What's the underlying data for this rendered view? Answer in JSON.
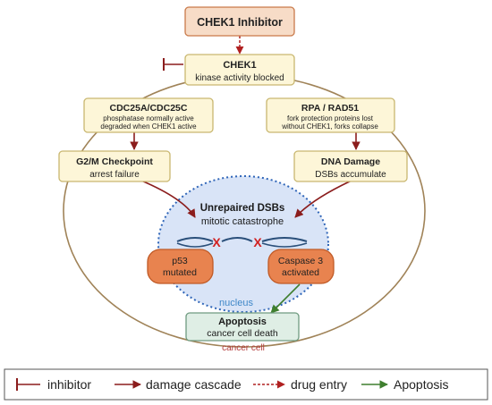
{
  "nodes": {
    "inhibitor": {
      "title": "CHEK1 Inhibitor"
    },
    "chek1": {
      "title": "CHEK1",
      "subtitle": "kinase activity blocked"
    },
    "cdc25": {
      "title": "CDC25A/CDC25C",
      "line1": "phosphatase  normally active",
      "line2": "degraded when CHEK1 active"
    },
    "rpa": {
      "title": "RPA / RAD51",
      "line1": "fork protection proteins lost",
      "line2": "without CHEK1, forks collapse"
    },
    "g2m": {
      "title": "G2/M Checkpoint",
      "subtitle": "arrest failure"
    },
    "dna_damage": {
      "title": "DNA Damage",
      "subtitle": "DSBs accumulate"
    },
    "unrepaired": {
      "title": "Unrepaired DSBs",
      "subtitle": "mitotic catastrophe"
    },
    "p53": {
      "line1": "p53",
      "line2": "mutated"
    },
    "caspase": {
      "line1": "Caspase 3",
      "line2": "activated"
    },
    "apoptosis": {
      "title": "Apoptosis",
      "subtitle": "cancer cell death"
    }
  },
  "labels": {
    "nucleus": "nucleus",
    "cancer_cell": "cancer cell",
    "break_mark": "X"
  },
  "legend": {
    "inhibitor": "inhibitor",
    "damage_cascade": "damage cascade",
    "drug_entry": "drug entry",
    "apoptosis": "Apoptosis"
  },
  "colors": {
    "box_fill": "#fdf6d8",
    "box_stroke": "#c9b770",
    "inhibitor_fill": "#f7dcc7",
    "inhibitor_stroke": "#c97a4a",
    "cell_stroke": "#a08358",
    "nucleus_fill": "#d9e4f7",
    "nucleus_stroke": "#2f65b8",
    "orange_fill": "#e8834f",
    "orange_stroke": "#c05a26",
    "apoptosis_fill": "#dfeee5",
    "apoptosis_stroke": "#6f9b80",
    "damage_arrow": "#8b1d1d",
    "drug_arrow": "#b02020",
    "apoptosis_arrow": "#3f7f2f",
    "nucleus_label": "#3f88c8",
    "cell_label": "#b23a3a",
    "x_mark": "#d12020",
    "dna_strand": "#2a4f7a"
  }
}
